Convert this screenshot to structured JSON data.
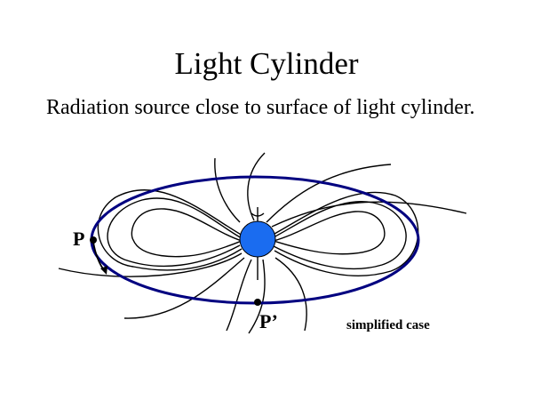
{
  "slide": {
    "title": "Light Cylinder",
    "body": "Radiation source close to surface of light cylinder."
  },
  "diagram": {
    "label_p": "P",
    "label_p_prime": "P’",
    "caption": "simplified case",
    "colors": {
      "cylinder": "#000080",
      "star": "#1a6cf0",
      "lines": "#000000"
    }
  }
}
